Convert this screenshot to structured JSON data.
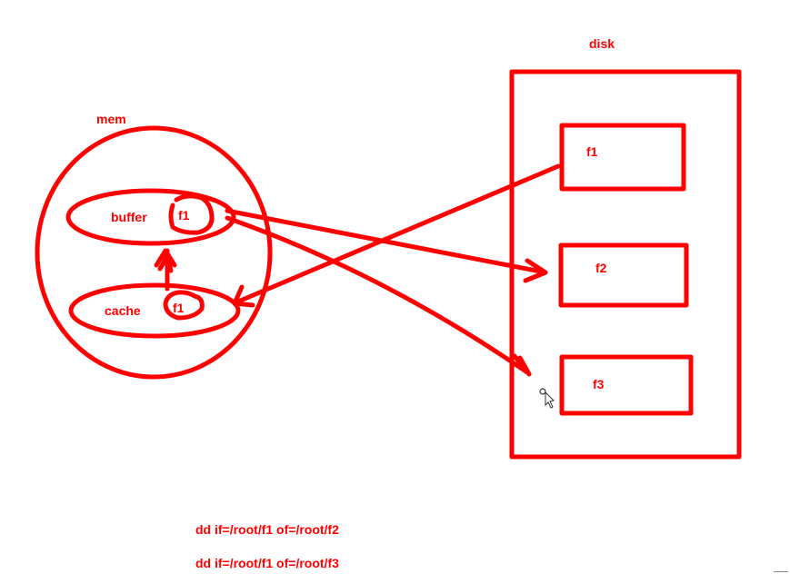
{
  "colors": {
    "ink": "#ff0000",
    "background": "#ffffff",
    "cursor_fill": "#ffffff",
    "cursor_stroke": "#333333"
  },
  "labels": {
    "mem": "mem",
    "disk": "disk",
    "buffer": "buffer",
    "cache": "cache",
    "buffer_file": "f1",
    "cache_file": "f1",
    "disk_file_1": "f1",
    "disk_file_2": "f2",
    "disk_file_3": "f3"
  },
  "commands": [
    "dd if=/root/f1 of=/root/f2",
    "dd if=/root/f1 of=/root/f3"
  ],
  "icons": {
    "cursor": "mouse-pointer-icon"
  }
}
